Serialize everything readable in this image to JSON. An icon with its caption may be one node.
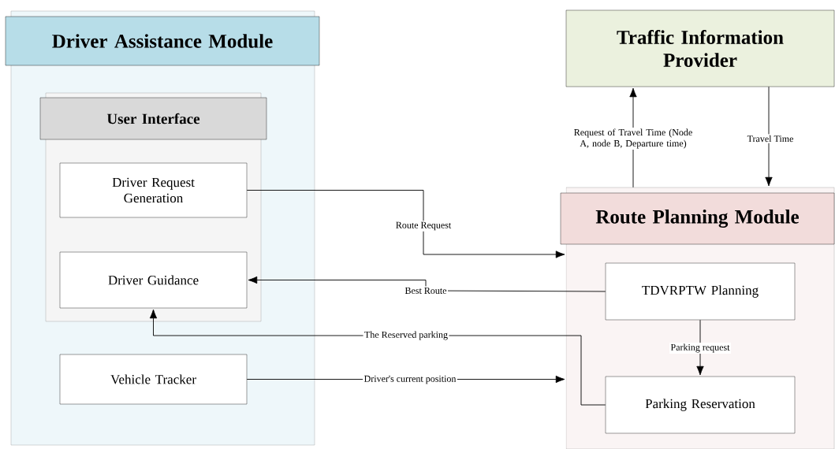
{
  "diagram": {
    "nodes": [
      {
        "text": [
          "Driver Assistance Module"
        ]
      },
      {
        "text": [
          "User Interface"
        ],
        "in": 0
      },
      {
        "text": [
          "Driver Request Generation"
        ],
        "in": 1
      },
      {
        "text": [
          "Driver Guidance"
        ],
        "in": 1
      },
      {
        "text": [
          "Vehicle Tracker"
        ],
        "in": 0
      },
      {
        "text": [
          "Traffic Information Provider"
        ]
      },
      {
        "text": [
          "Route Planning Module"
        ]
      },
      {
        "text": [
          "TDVRPTW Planning"
        ],
        "in": 6
      },
      {
        "text": [
          "Parking Reservation"
        ],
        "in": 6
      }
    ],
    "edges": [
      {
        "from": 2,
        "to": 6,
        "arrow": "to",
        "label": "Route Request"
      },
      {
        "from": 7,
        "to": 3,
        "arrow": "to",
        "label": "Best Route"
      },
      {
        "from": 8,
        "to": 3,
        "arrow": "to",
        "label": "The Reserved parking"
      },
      {
        "from": 4,
        "to": 6,
        "arrow": "to",
        "label": "Driver's current position"
      },
      {
        "from": 6,
        "to": 5,
        "arrow": "to",
        "label": "Request of Travel Time (Node A, node B, Departure time)"
      },
      {
        "from": 5,
        "to": 6,
        "arrow": "to",
        "label": "Travel Time"
      },
      {
        "from": 7,
        "to": 8,
        "arrow": "to",
        "label": "Parking request"
      }
    ]
  }
}
